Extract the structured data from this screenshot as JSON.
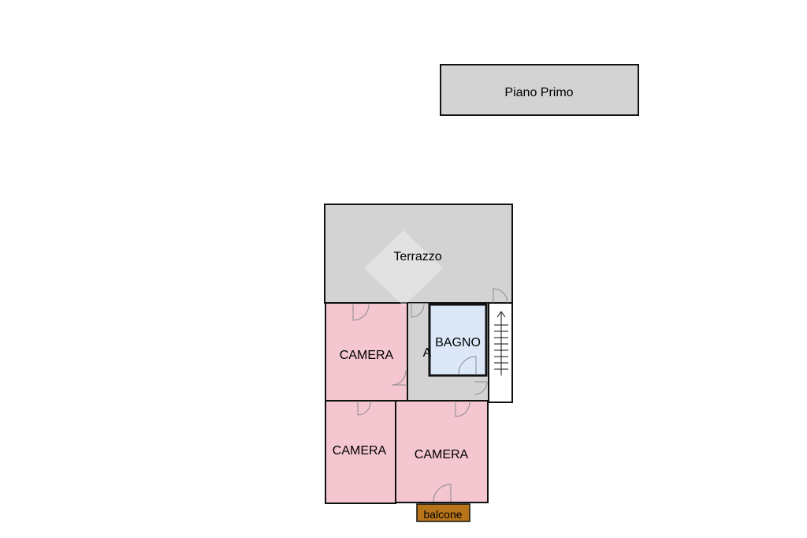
{
  "title": {
    "text": "Piano Primo"
  },
  "rooms": {
    "terrazzo": "Terrazzo",
    "camera_top": "CAMERA",
    "camera_bottom_left": "CAMERA",
    "camera_bottom_right": "CAMERA",
    "bagno": "BAGNO",
    "corridor_fragment": "A",
    "balcone": "balcone"
  },
  "colors": {
    "terrace_gray": "#d3d3d3",
    "bedroom_pink": "#f4c6d0",
    "bathroom_blue": "#dce8f8",
    "balcony_brown": "#b8741a",
    "wall": "#111111",
    "door_arc": "#8c8c8c"
  },
  "icons": {
    "stairs": "stairs-up-arrow-icon",
    "watermark": "house-watermark-icon"
  }
}
